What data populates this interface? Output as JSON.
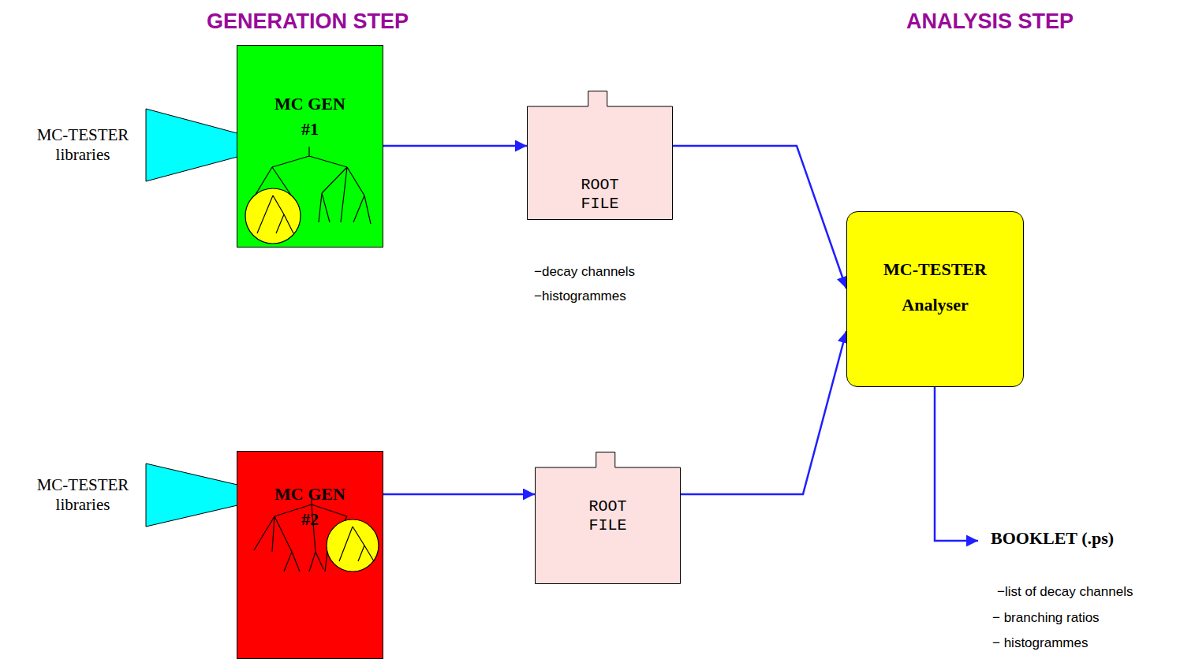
{
  "diagram": {
    "nodes": [
      {
        "text": [
          "MC-TESTER libraries"
        ]
      },
      {
        "text": [
          "MC GEN #1"
        ]
      },
      {
        "text": [
          "ROOT FILE"
        ]
      },
      {
        "text": [
          "MC-TESTER Analyser"
        ]
      },
      {
        "text": [
          "MC-TESTER libraries"
        ]
      },
      {
        "text": [
          "MC GEN #2"
        ]
      },
      {
        "text": [
          "ROOT FILE"
        ]
      },
      {
        "text": [
          "BOOKLET (.ps)"
        ]
      }
    ],
    "edges": [
      {
        "from": 1,
        "to": 2,
        "arrow": "to"
      },
      {
        "from": 2,
        "to": 3,
        "arrow": "to"
      },
      {
        "from": 5,
        "to": 6,
        "arrow": "to"
      },
      {
        "from": 6,
        "to": 3,
        "arrow": "to"
      },
      {
        "from": 3,
        "to": 7,
        "arrow": "to"
      }
    ],
    "labels": [
      "GENERATION STEP",
      "ANALYSIS STEP",
      "−decay channels",
      "−histogrammes",
      "−list of decay channels",
      "− branching ratios",
      "− histogrammes"
    ]
  }
}
